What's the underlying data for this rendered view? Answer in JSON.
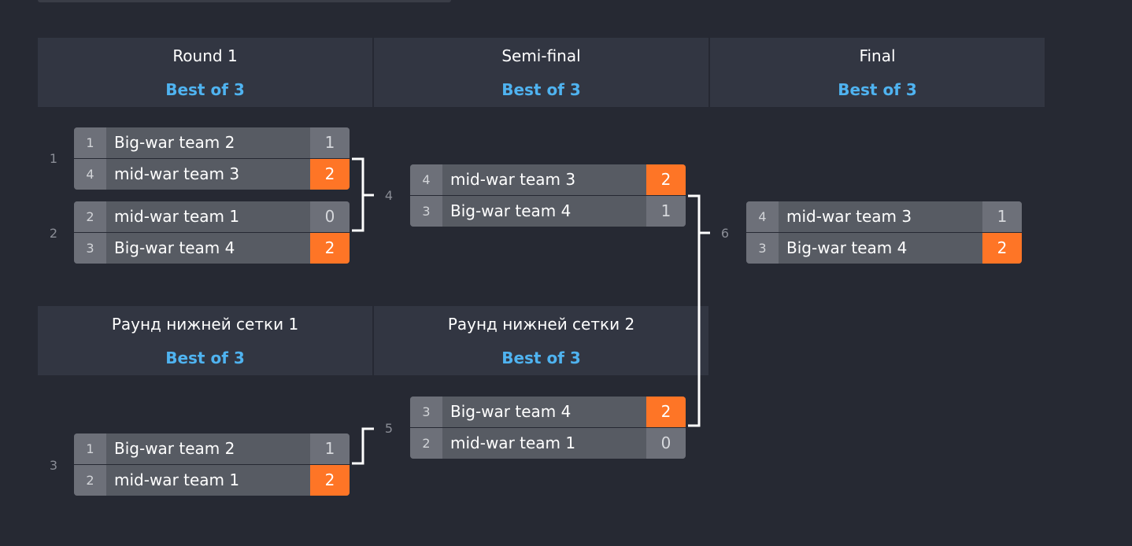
{
  "headers": [
    {
      "name": "Round 1",
      "best_of": "Best of 3"
    },
    {
      "name": "Semi-final",
      "best_of": "Best of 3"
    },
    {
      "name": "Final",
      "best_of": "Best of 3"
    },
    {
      "name": "Раунд нижней сетки 1",
      "best_of": "Best of 3"
    },
    {
      "name": "Раунд нижней сетки 2",
      "best_of": "Best of 3"
    }
  ],
  "matches": [
    {
      "number": "1",
      "teams": [
        {
          "seed": "1",
          "name": "Big-war team 2",
          "score": "1"
        },
        {
          "seed": "4",
          "name": "mid-war team 3",
          "score": "2"
        }
      ]
    },
    {
      "number": "2",
      "teams": [
        {
          "seed": "2",
          "name": "mid-war team 1",
          "score": "0"
        },
        {
          "seed": "3",
          "name": "Big-war team 4",
          "score": "2"
        }
      ]
    },
    {
      "number": "4",
      "teams": [
        {
          "seed": "4",
          "name": "mid-war team 3",
          "score": "2"
        },
        {
          "seed": "3",
          "name": "Big-war team 4",
          "score": "1"
        }
      ]
    },
    {
      "number": "6",
      "teams": [
        {
          "seed": "4",
          "name": "mid-war team 3",
          "score": "1"
        },
        {
          "seed": "3",
          "name": "Big-war team 4",
          "score": "2"
        }
      ]
    },
    {
      "number": "3",
      "teams": [
        {
          "seed": "1",
          "name": "Big-war team 2",
          "score": "1"
        },
        {
          "seed": "2",
          "name": "mid-war team 1",
          "score": "2"
        }
      ]
    },
    {
      "number": "5",
      "teams": [
        {
          "seed": "3",
          "name": "Big-war team 4",
          "score": "2"
        },
        {
          "seed": "2",
          "name": "mid-war team 1",
          "score": "0"
        }
      ]
    }
  ],
  "colors": {
    "background": "#262933",
    "header_bg": "#323642",
    "best_of_text": "#4fb3f0",
    "row_bg": "#575b63",
    "seed_bg": "#6d7079",
    "winner_score_bg": "#fe7526",
    "connector": "#ffffff"
  }
}
